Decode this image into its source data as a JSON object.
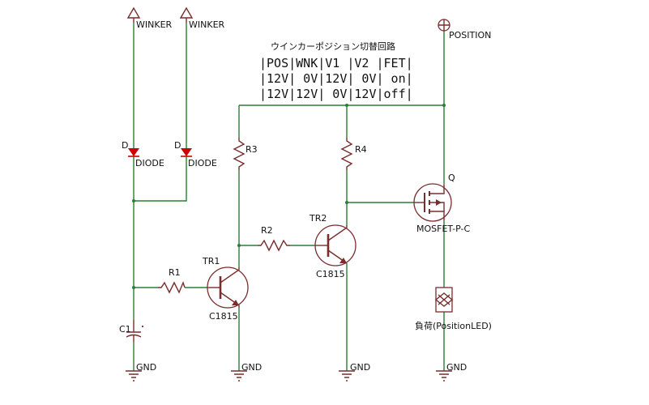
{
  "title": "ウインカーポジション切替回路",
  "truth_table": [
    "|POS|WNK|V1 |V2 |FET|",
    "|12V| 0V|12V| 0V| on|",
    "|12V|12V| 0V|12V|off|"
  ],
  "labels": {
    "winker1": "WINKER",
    "winker2": "WINKER",
    "position": "POSITION",
    "d1_ref": "D",
    "d1_val": "DIODE",
    "d2_ref": "D",
    "d2_val": "DIODE",
    "r1": "R1",
    "r2": "R2",
    "r3": "R3",
    "r4": "R4",
    "tr1_ref": "TR1",
    "tr1_val": "C1815",
    "tr2_ref": "TR2",
    "tr2_val": "C1815",
    "q_ref": "Q",
    "q_val": "MOSFET-P-C",
    "load": "負荷(PositionLED)",
    "c1": "C1",
    "gnd1": "GND",
    "gnd2": "GND",
    "gnd3": "GND",
    "gnd4": "GND"
  },
  "colors": {
    "wire": "#2e7d32",
    "component": "#7a2d2d",
    "diode": "#cc0000",
    "text": "#111111"
  }
}
